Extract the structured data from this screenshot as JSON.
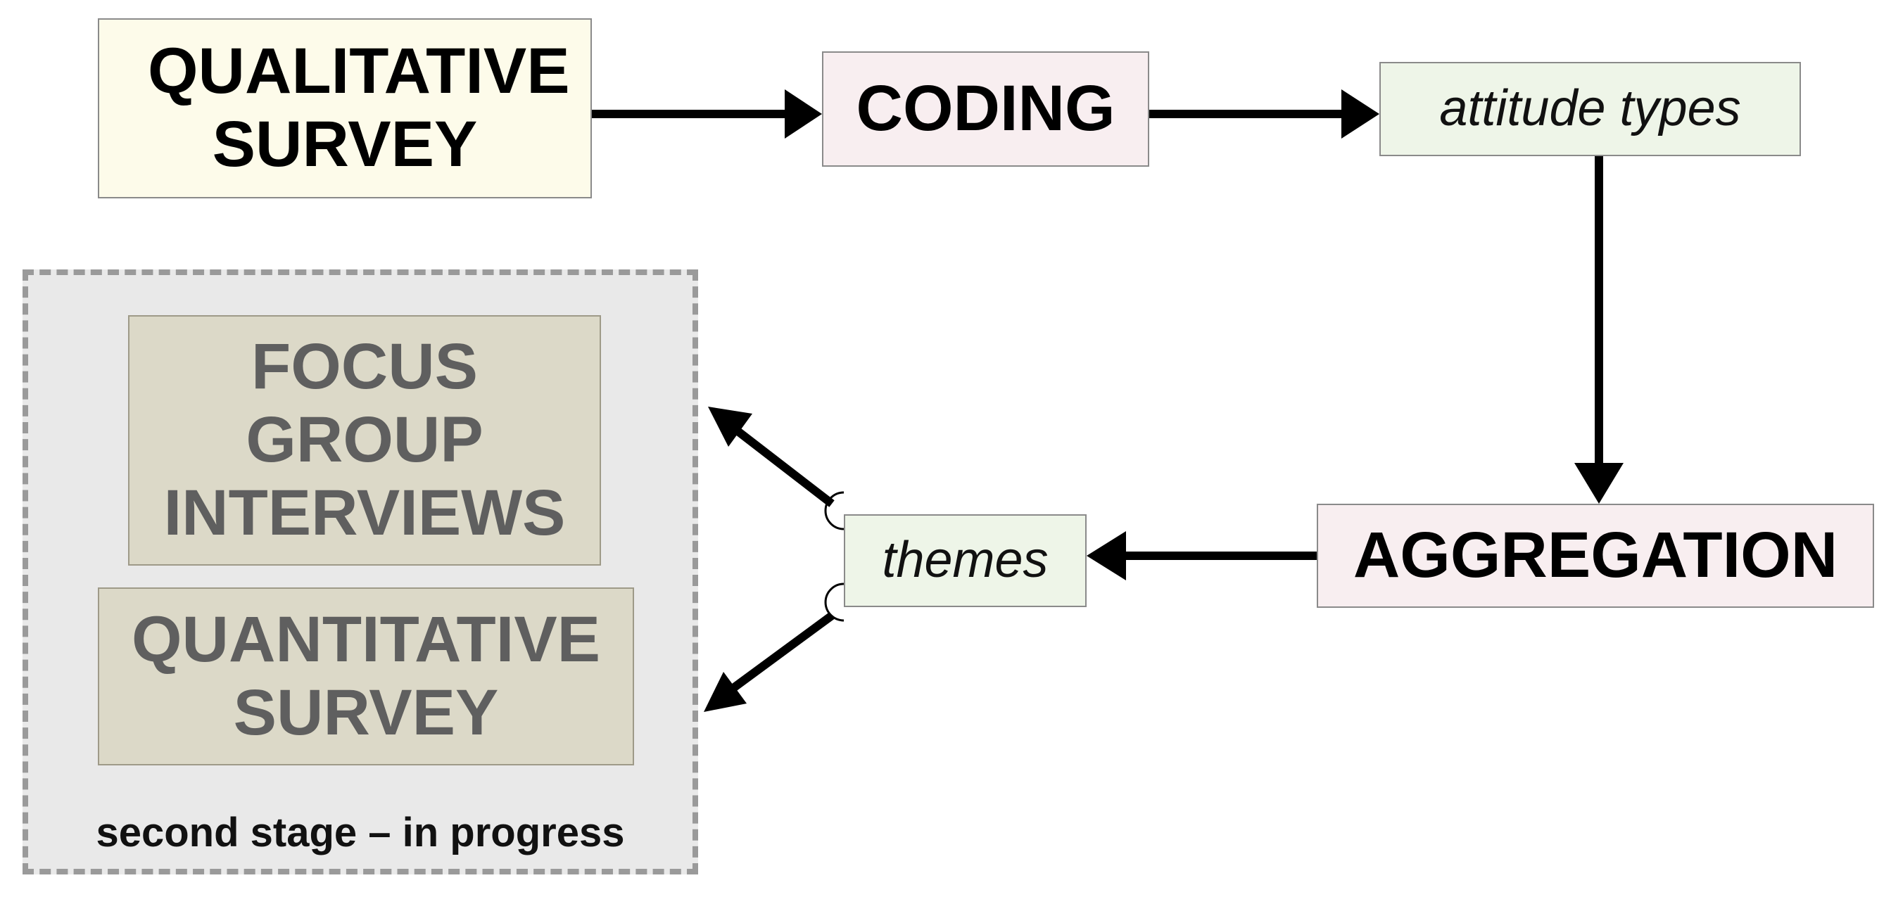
{
  "nodes": {
    "qualitative_survey": "QUALITATIVE SURVEY",
    "coding": "CODING",
    "attitude_types": "attitude types",
    "aggregation": "AGGREGATION",
    "themes": "themes",
    "focus_group": "FOCUS GROUP INTERVIEWS",
    "quantitative_survey": "QUANTITATIVE SURVEY"
  },
  "stage_label": "second stage – in progress",
  "colors": {
    "survey_fill": "#fdfbea",
    "process_fill": "#f8eef0",
    "output_fill": "#eef5e8",
    "future_fill": "#dcd9c8",
    "stage_fill": "#e9e9e9",
    "stage_border": "#9a9a9a",
    "arrow": "#000000"
  }
}
